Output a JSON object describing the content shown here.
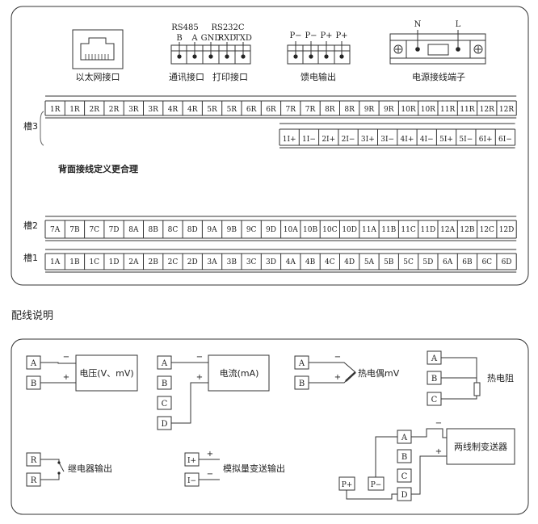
{
  "ports": {
    "ethernet_label": "以太网接口",
    "comm_label": "通讯接口",
    "print_label": "打印接口",
    "feed_label": "馈电输出",
    "power_label": "电源接线端子",
    "rs485": "RS485",
    "rs232": "RS232C",
    "comm_pins": [
      "B",
      "A"
    ],
    "print_pins": [
      "GND",
      "RXD",
      "TXD"
    ],
    "feed_pins": [
      "P−",
      "P−",
      "P+",
      "P+"
    ],
    "power_pins": [
      "N",
      "L"
    ]
  },
  "terminals": {
    "slot3_label": "槽3",
    "slot2_label": "槽2",
    "slot1_label": "槽1",
    "note": "背面接线定义更合理",
    "slot3_relay": [
      "1R",
      "1R",
      "2R",
      "2R",
      "3R",
      "3R",
      "4R",
      "4R",
      "5R",
      "5R",
      "6R",
      "6R",
      "7R",
      "7R",
      "8R",
      "8R",
      "9R",
      "9R",
      "10R",
      "10R",
      "11R",
      "11R",
      "12R",
      "12R"
    ],
    "slot3_current": [
      "1I+",
      "1I−",
      "2I+",
      "2I−",
      "3I+",
      "3I−",
      "4I+",
      "4I−",
      "5I+",
      "5I−",
      "6I+",
      "6I−"
    ],
    "slot2": [
      "7A",
      "7B",
      "7C",
      "7D",
      "8A",
      "8B",
      "8C",
      "8D",
      "9A",
      "9B",
      "9C",
      "9D",
      "10A",
      "10B",
      "10C",
      "10D",
      "11A",
      "11B",
      "11C",
      "11D",
      "12A",
      "12B",
      "12C",
      "12D"
    ],
    "slot1": [
      "1A",
      "1B",
      "1C",
      "1D",
      "2A",
      "2B",
      "2C",
      "2D",
      "3A",
      "3B",
      "3C",
      "3D",
      "4A",
      "4B",
      "4C",
      "4D",
      "5A",
      "5B",
      "5C",
      "5D",
      "6A",
      "6B",
      "6C",
      "6D"
    ]
  },
  "wiring": {
    "heading": "配线说明",
    "voltage_label": "电压(V、mV)",
    "current_label": "电流(mA)",
    "thermocouple_label": "热电偶mV",
    "rtd_label": "热电阻",
    "relay_label": "继电器输出",
    "analog_label": "模拟量变送输出",
    "transmitter_label": "两线制变送器",
    "term_A": "A",
    "term_B": "B",
    "term_C": "C",
    "term_D": "D",
    "term_R": "R",
    "term_Iplus": "I+",
    "term_Iminus": "I−",
    "term_Pplus": "P+",
    "term_Pminus": "P−",
    "sign_minus": "−",
    "sign_plus": "+"
  }
}
